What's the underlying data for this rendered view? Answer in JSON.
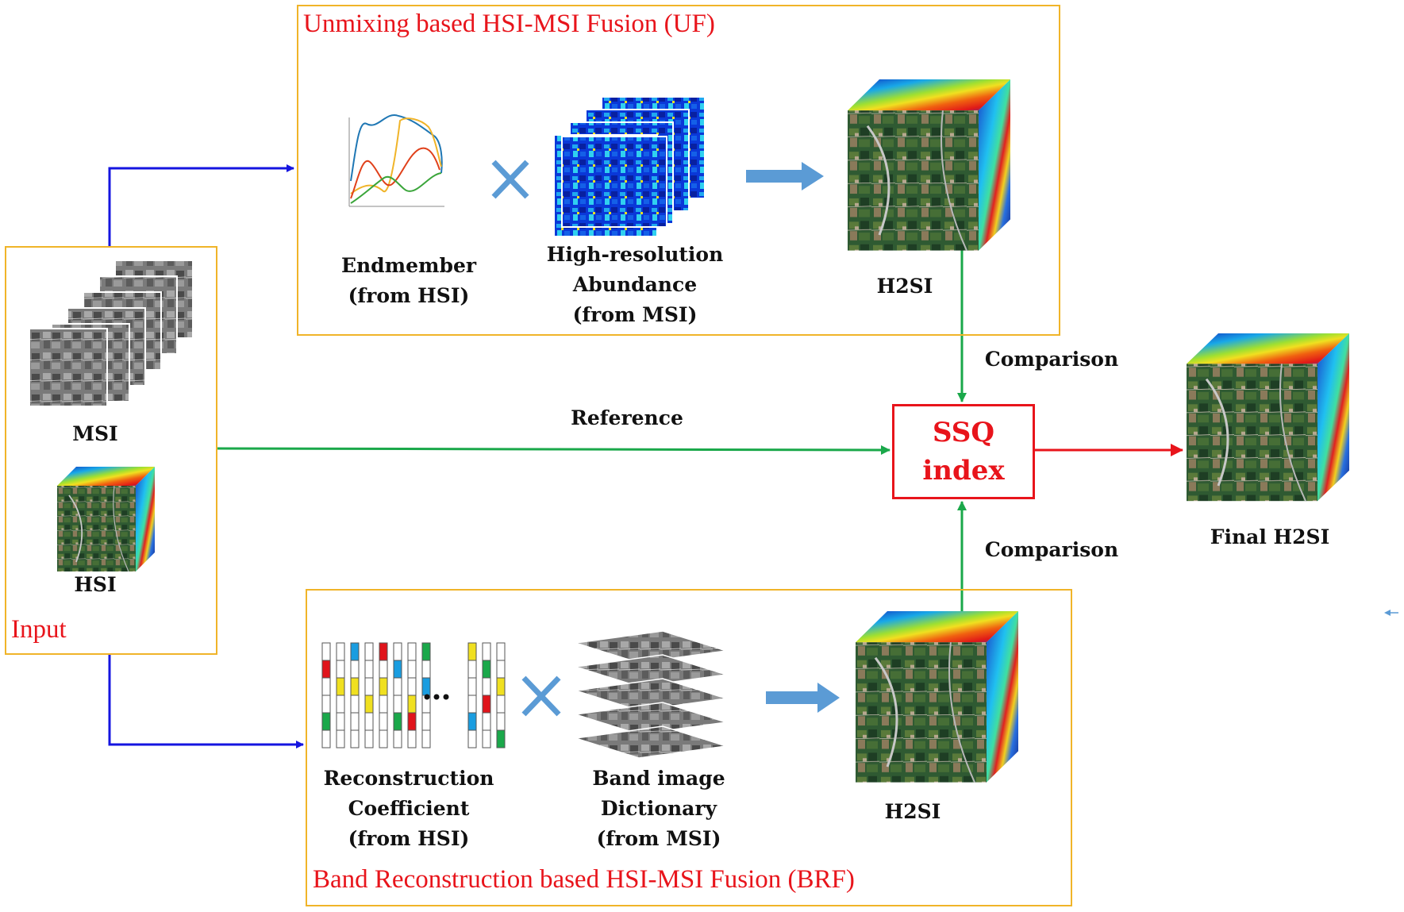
{
  "input_box": {
    "title": "Input",
    "msi_label": "MSI",
    "hsi_label": "HSI"
  },
  "uf": {
    "title": "Unmixing based HSI-MSI Fusion (UF)",
    "endmember_label": "Endmember\n(from HSI)",
    "abundance_label": "High-resolution\nAbundance\n(from MSI)",
    "h2si_label": "H2SI"
  },
  "brf": {
    "title": "Band Reconstruction based HSI-MSI Fusion (BRF)",
    "coefficient_label": "Reconstruction\nCoefficient\n(from HSI)",
    "dictionary_label": "Band image\nDictionary\n(from MSI)",
    "h2si_label": "H2SI"
  },
  "center": {
    "reference_label": "Reference",
    "comparison_top_label": "Comparison",
    "comparison_bottom_label": "Comparison",
    "ssq_label": "SSQ\nindex"
  },
  "output": {
    "final_label": "Final H2SI"
  },
  "colors": {
    "box_border": "#f0b429",
    "title_red": "#e8141b",
    "arrow_blue": "#1515e0",
    "arrow_green": "#1aa84a",
    "arrow_red": "#e8141b",
    "fat_arrow": "#5b9bd5"
  },
  "coefficient_columns": [
    [
      "w",
      "r",
      "w",
      "w",
      "g",
      "w"
    ],
    [
      "w",
      "w",
      "y",
      "w",
      "w",
      "w"
    ],
    [
      "b",
      "w",
      "y",
      "w",
      "w",
      "w"
    ],
    [
      "w",
      "w",
      "w",
      "y",
      "w",
      "w"
    ],
    [
      "r",
      "w",
      "y",
      "w",
      "w",
      "w"
    ],
    [
      "w",
      "b",
      "w",
      "w",
      "g",
      "w"
    ],
    [
      "w",
      "w",
      "w",
      "y",
      "r",
      "w"
    ],
    [
      "g",
      "w",
      "b",
      "w",
      "w",
      "w"
    ],
    [
      "y",
      "w",
      "w",
      "w",
      "b",
      "w"
    ],
    [
      "w",
      "g",
      "w",
      "r",
      "w",
      "w"
    ],
    [
      "w",
      "w",
      "y",
      "w",
      "w",
      "g"
    ]
  ]
}
